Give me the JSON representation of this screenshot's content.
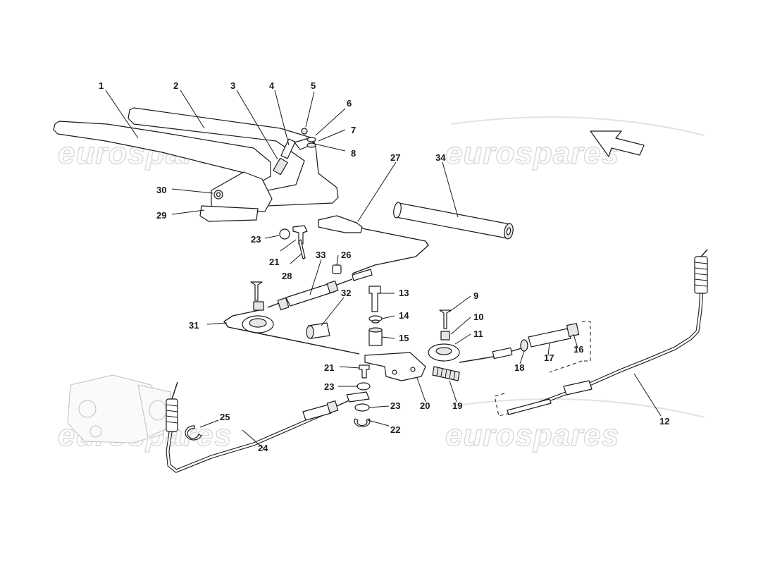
{
  "diagram": {
    "watermark_text": "eurospares",
    "callouts": [
      "1",
      "2",
      "3",
      "4",
      "5",
      "6",
      "7",
      "8",
      "9",
      "10",
      "11",
      "12",
      "13",
      "14",
      "15",
      "16",
      "17",
      "18",
      "19",
      "20",
      "21",
      "21",
      "22",
      "23",
      "23",
      "23",
      "24",
      "25",
      "26",
      "27",
      "28",
      "29",
      "30",
      "31",
      "32",
      "33",
      "34"
    ]
  }
}
